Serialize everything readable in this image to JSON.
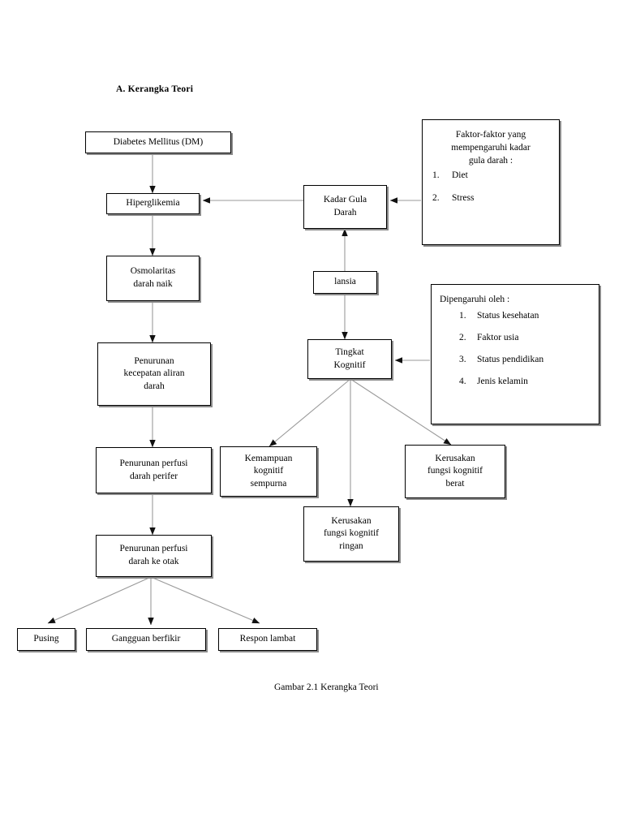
{
  "section": {
    "title": "A.  Kerangka Teori"
  },
  "caption": {
    "text": "Gambar 2.1 Kerangka Teori"
  },
  "nodes": {
    "dm": {
      "label": "Diabetes Mellitus (DM)"
    },
    "hiperglikemia": {
      "label": "Hiperglikemia"
    },
    "osmolaritas": {
      "label": "Osmolaritas\ndarah naik"
    },
    "penurunan_kecepatan": {
      "label": "Penurunan\nkecepatan aliran\ndarah"
    },
    "perfusi_perifer": {
      "label": "Penurunan perfusi\ndarah perifer"
    },
    "perfusi_otak": {
      "label": "Penurunan perfusi\ndarah ke otak"
    },
    "pusing": {
      "label": "Pusing"
    },
    "gangguan_berfikir": {
      "label": "Gangguan berfikir"
    },
    "respon_lambat": {
      "label": "Respon lambat"
    },
    "kadar_gula": {
      "label": "Kadar Gula\nDarah"
    },
    "lansia": {
      "label": "lansia"
    },
    "tingkat_kognitif": {
      "label": "Tingkat\nKognitif"
    },
    "kemampuan_sempurna": {
      "label": "Kemampuan\nkognitif\nsempurna"
    },
    "kerusakan_ringan": {
      "label": "Kerusakan\nfungsi kognitif\nringan"
    },
    "kerusakan_berat": {
      "label": "Kerusakan\nfungsi kognitif\nberat"
    }
  },
  "faktor_box": {
    "heading": "Faktor-faktor yang\nmempengaruhi kadar\ngula darah :",
    "items": [
      {
        "num": "1.",
        "label": "Diet"
      },
      {
        "num": "2.",
        "label": "Stress"
      }
    ]
  },
  "dipengaruhi_box": {
    "heading": "Dipengaruhi oleh :",
    "items": [
      {
        "num": "1.",
        "label": "Status kesehatan"
      },
      {
        "num": "2.",
        "label": "Faktor usia"
      },
      {
        "num": "3.",
        "label": "Status pendidikan"
      },
      {
        "num": "4.",
        "label": "Jenis kelamin"
      }
    ]
  },
  "style": {
    "line_color": "#999999",
    "box_border_color": "#000000",
    "shadow_color": "#8a8a8a",
    "page_background": "#ffffff"
  }
}
